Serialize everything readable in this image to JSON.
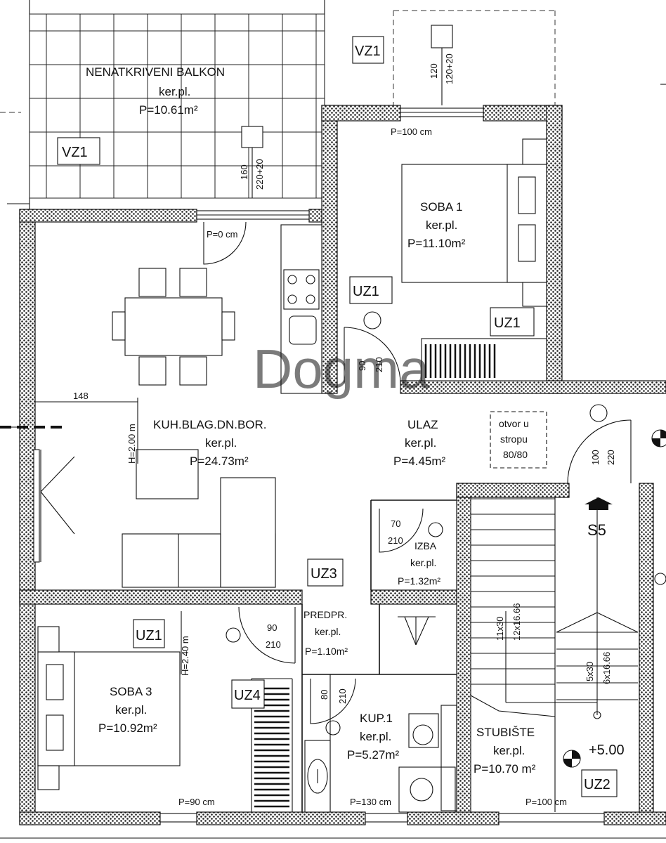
{
  "rooms": {
    "balcony": {
      "name": "NENATKRIVENI BALKON",
      "floor": "ker.pl.",
      "area": "P=10.61m²"
    },
    "soba1": {
      "name": "SOBA 1",
      "floor": "ker.pl.",
      "area": "P=11.10m²"
    },
    "kitchen": {
      "name": "KUH.BLAG.DN.BOR.",
      "floor": "ker.pl.",
      "area": "P=24.73m²"
    },
    "ulaz": {
      "name": "ULAZ",
      "floor": "ker.pl.",
      "area": "P=4.45m²"
    },
    "izba": {
      "name": "IZBA",
      "floor": "ker.pl.",
      "area": "P=1.32m²"
    },
    "predpr": {
      "name": "PREDPR.",
      "floor": "ker.pl.",
      "area": "P=1.10m²"
    },
    "soba3": {
      "name": "SOBA 3",
      "floor": "ker.pl.",
      "area": "P=10.92m²"
    },
    "kup1": {
      "name": "KUP.1",
      "floor": "ker.pl.",
      "area": "P=5.27m²"
    },
    "stubiste": {
      "name": "STUBIŠTE",
      "floor": "ker.pl.",
      "area": "P=10.70 m²"
    }
  },
  "tags": {
    "vz1_a": "VZ1",
    "vz1_b": "VZ1",
    "uz1_a": "UZ1",
    "uz1_b": "UZ1",
    "uz1_c": "UZ1",
    "uz2": "UZ2",
    "uz3": "UZ3",
    "uz4": "UZ4",
    "s5": "S5"
  },
  "dims": {
    "p100_top": "P=100 cm",
    "p0": "P=0 cm",
    "p90": "P=90 cm",
    "p130": "P=130 cm",
    "p100_bottom": "P=100 cm",
    "d148": "148",
    "h200": "H=2.00 m",
    "h240": "H=2.40 m",
    "d120": "120",
    "d120_20": "120+20",
    "d160": "160",
    "d220_20": "220+20",
    "d90_a": "90",
    "d210_a": "210",
    "d70": "70",
    "d210_b": "210",
    "d90_b": "90",
    "d210_c": "210",
    "d80": "80",
    "d210_d": "210",
    "d100": "100",
    "d220": "220",
    "stairs_a1": "11x30",
    "stairs_a2": "12x16.66",
    "stairs_b1": "5x30",
    "stairs_b2": "6x16.66",
    "level": "+5.00"
  },
  "opening": {
    "line1": "otvor u",
    "line2": "stropu",
    "line3": "80/80"
  },
  "watermark": "Dogma"
}
